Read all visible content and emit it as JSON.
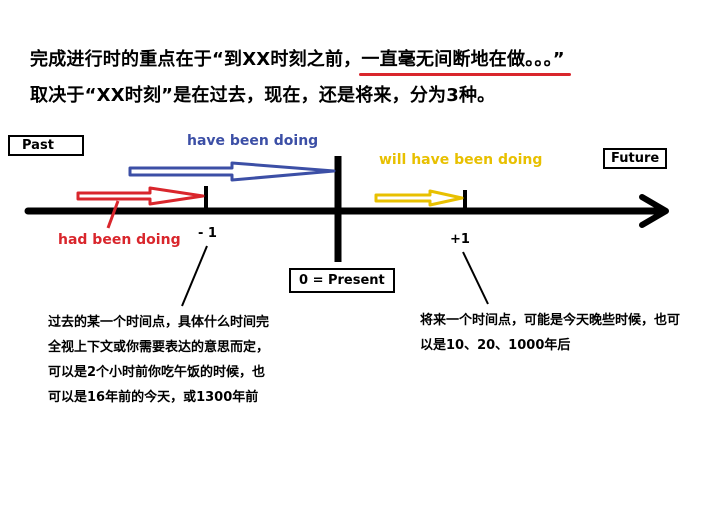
{
  "heading": {
    "line1_prefix": "完成进行时的重点在于“到XX时刻之前，",
    "line1_emphasis": "一直毫无间断地在做。。。”",
    "line2": "取决于“XX时刻”是在过去，现在，还是将来，分为3种。"
  },
  "timeline": {
    "past_label": "Past",
    "future_label": "Future",
    "present_label": "0 = Present",
    "minus_one_label": "- 1",
    "plus_one_label": "+1"
  },
  "tenses": {
    "have_been_doing": "have been doing",
    "will_have_been_doing": "will have been doing",
    "had_been_doing": "had been doing"
  },
  "notes": {
    "past_point": "过去的某一个时间点，具体什么时间完全视上下文或你需要表达的意思而定，可以是2个小时前你吃午饭的时候，也可以是16年前的今天，或1300年前",
    "future_point": "将来一个时间点，可能是今天晚些时候，也可以是10、20、1000年后"
  },
  "colors": {
    "red": "#d9262c",
    "blue": "#3c4fa6",
    "yellow": "#e8c000",
    "black": "#000000"
  }
}
